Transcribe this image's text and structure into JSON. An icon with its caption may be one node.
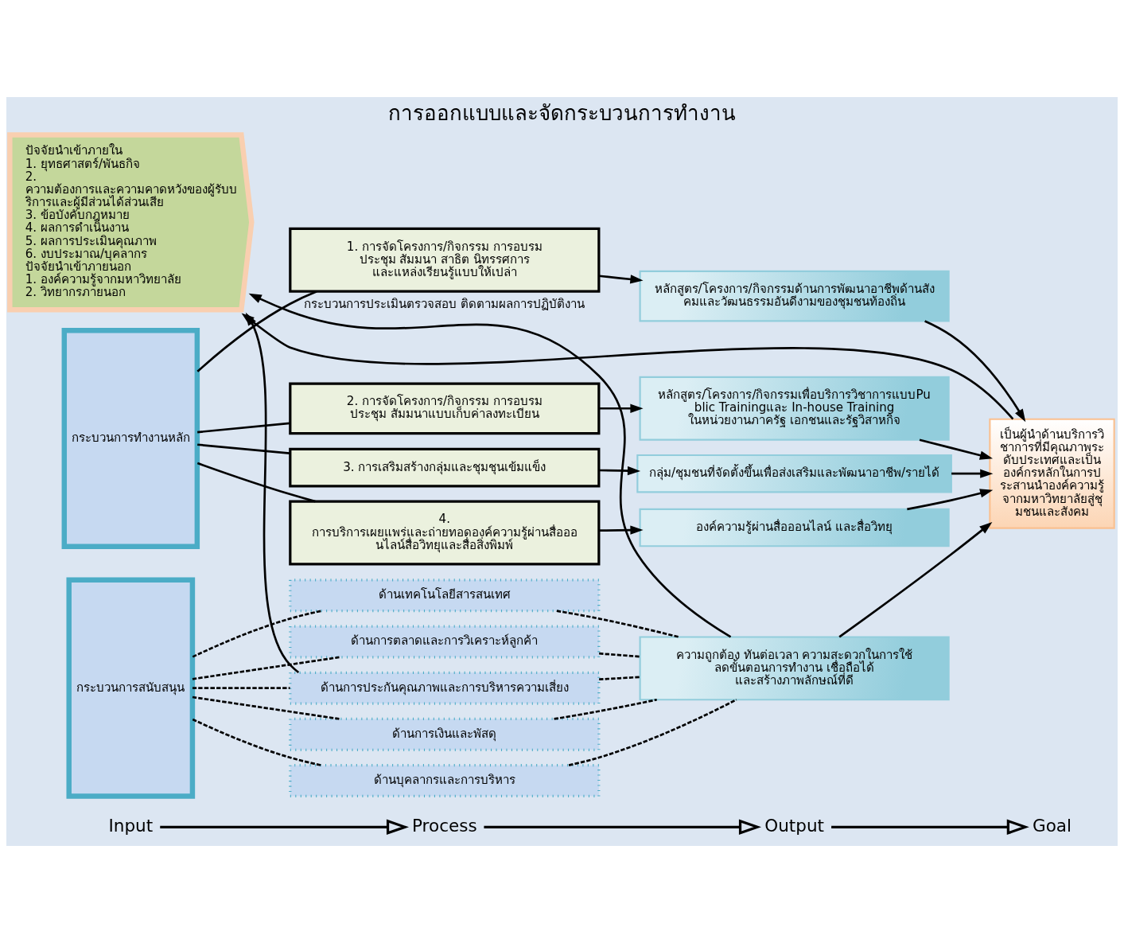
{
  "diagram": {
    "title": "การออกแบบและจัดกระบวนการทำงาน",
    "nodes": [
      {
        "text": [
          "Input"
        ]
      },
      {
        "text": [
          "Process"
        ]
      },
      {
        "text": [
          "Output"
        ]
      },
      {
        "text": [
          "Goal"
        ]
      },
      {
        "text": [
          "ปัจจัยนำเข้าภายใน",
          "1. ยุทธศาสตร์/พันธกิจ",
          "2. ความต้องการและความคาดหวังของผู้รับบริการและผู้มีส่วนได้ส่วนเสีย",
          "3. ข้อบังคับกฎหมาย",
          "4. ผลการดำเนินงาน",
          "5. ผลการประเมินคุณภาพ",
          "6. งบประมาณ/บุคลากร",
          "ปัจจัยนำเข้าภายนอก",
          "1. องค์ความรู้จากมหาวิทยาลัย",
          "2. วิทยากรภายนอก"
        ]
      },
      {
        "text": [
          "กระบวนการทำงานหลัก"
        ]
      },
      {
        "text": [
          "1. การจัดโครงการ/กิจกรรม การอบรม ประชุม สัมมนา สาธิต นิทรรศการ และแหล่งเรียนรู้แบบให้เปล่า"
        ]
      },
      {
        "text": [
          "2. การจัดโครงการ/กิจกรรม การอบรม ประชุม สัมมนาแบบเก็บค่าลงทะเบียน"
        ]
      },
      {
        "text": [
          "3. การเสริมสร้างกลุ่มและชุมชุนเข้มแข็ง"
        ]
      },
      {
        "text": [
          "4. การบริการเผยแพร่และถ่ายทอดองค์ความรู้ผ่านสื่อออนไลน์สื่อวิทยุและสื่อสิ่งพิมพ์"
        ]
      },
      {
        "text": [
          "กระบวนการสนับสนุน"
        ]
      },
      {
        "text": [
          "ด้านการเงินและพัสดุ"
        ]
      },
      {
        "text": [
          "ด้านบุคลากรและการบริหาร"
        ]
      },
      {
        "text": [
          "ด้านเทคโนโลยีสารสนเทศ"
        ]
      },
      {
        "text": [
          "ด้านการตลาดและการวิเคราะห์ลูกค้า"
        ]
      },
      {
        "text": [
          "ด้านการประกันคุณภาพและการบริหารความเสี่ยง"
        ]
      },
      {
        "text": [
          "หลักสูตร/โครงการ/กิจกรรมด้านการพัฒนาอาชีพด้านสังคมและวัฒนธรรมอันดีงามของชุมชนท้องถิ่น"
        ]
      },
      {
        "text": [
          "หลักสูตร/โครงการ/กิจกรรมเพื่อบริการวิชาการแบบPublic Trainingและ In-house Training ในหน่วยงานภาครัฐ เอกชนและรัฐวิสาหกิจ"
        ]
      },
      {
        "text": [
          "กลุ่ม/ชุมชนที่จัดตั้งขึ้นเพื่อส่งเสริมและพัฒนาอาชีพ/รายได้"
        ]
      },
      {
        "text": [
          "องค์ความรู้ผ่านสื่อออนไลน์ และสื่อวิทยุ"
        ]
      },
      {
        "text": [
          "ความถูกต้อง ทันต่อเวลา ความสะดวกในการใช้  ลดขั้นตอนการทำงาน เชื่อถือได้ และสร้างภาพลักษณ์ที่ดี"
        ]
      },
      {
        "text": [
          "เป็นผู้นำด้านบริการวิชาการที่มีคุณภาพระดับประเทศและเป็นองค์กรหลักในการประสานนำองค์ความรู้จากมหาวิทยาลัยสู่ชุมชนและสังคม"
        ]
      }
    ],
    "edges": [
      {
        "from": 0,
        "to": 1,
        "arrow": "to"
      },
      {
        "from": 1,
        "to": 2,
        "arrow": "to"
      },
      {
        "from": 2,
        "to": 3,
        "arrow": "to"
      },
      {
        "from": 5,
        "to": 6,
        "arrow": "none"
      },
      {
        "from": 5,
        "to": 7,
        "arrow": "none"
      },
      {
        "from": 5,
        "to": 8,
        "arrow": "none"
      },
      {
        "from": 5,
        "to": 9,
        "arrow": "none"
      },
      {
        "from": 10,
        "to": 11,
        "arrow": "none",
        "style": "dashed"
      },
      {
        "from": 10,
        "to": 12,
        "arrow": "none",
        "style": "dashed"
      },
      {
        "from": 10,
        "to": 13,
        "arrow": "none",
        "style": "dashed"
      },
      {
        "from": 10,
        "to": 14,
        "arrow": "none",
        "style": "dashed"
      },
      {
        "from": 10,
        "to": 15,
        "arrow": "none",
        "style": "dashed"
      },
      {
        "from": 6,
        "to": 16,
        "arrow": "to"
      },
      {
        "from": 7,
        "to": 17,
        "arrow": "to"
      },
      {
        "from": 8,
        "to": 18,
        "arrow": "to"
      },
      {
        "from": 9,
        "to": 19,
        "arrow": "to"
      },
      {
        "from": 11,
        "to": 20,
        "arrow": "none",
        "style": "dashed"
      },
      {
        "from": 12,
        "to": 20,
        "arrow": "none",
        "style": "dashed"
      },
      {
        "from": 13,
        "to": 20,
        "arrow": "none",
        "style": "dashed"
      },
      {
        "from": 14,
        "to": 20,
        "arrow": "none",
        "style": "dashed"
      },
      {
        "from": 15,
        "to": 20,
        "arrow": "none",
        "style": "dashed"
      },
      {
        "from": 16,
        "to": 21,
        "arrow": "to"
      },
      {
        "from": 17,
        "to": 21,
        "arrow": "to"
      },
      {
        "from": 18,
        "to": 21,
        "arrow": "to"
      },
      {
        "from": 19,
        "to": 21,
        "arrow": "to"
      },
      {
        "from": 20,
        "to": 21,
        "arrow": "to"
      },
      {
        "from": 21,
        "to": 4,
        "arrow": "to"
      },
      {
        "from": 20,
        "to": 4,
        "arrow": "to",
        "label": "กระบวนการประเมินตรวจสอบ ติดตามผลการปฏิบัติงาน"
      },
      {
        "from": 15,
        "to": 4,
        "arrow": "to"
      }
    ]
  }
}
